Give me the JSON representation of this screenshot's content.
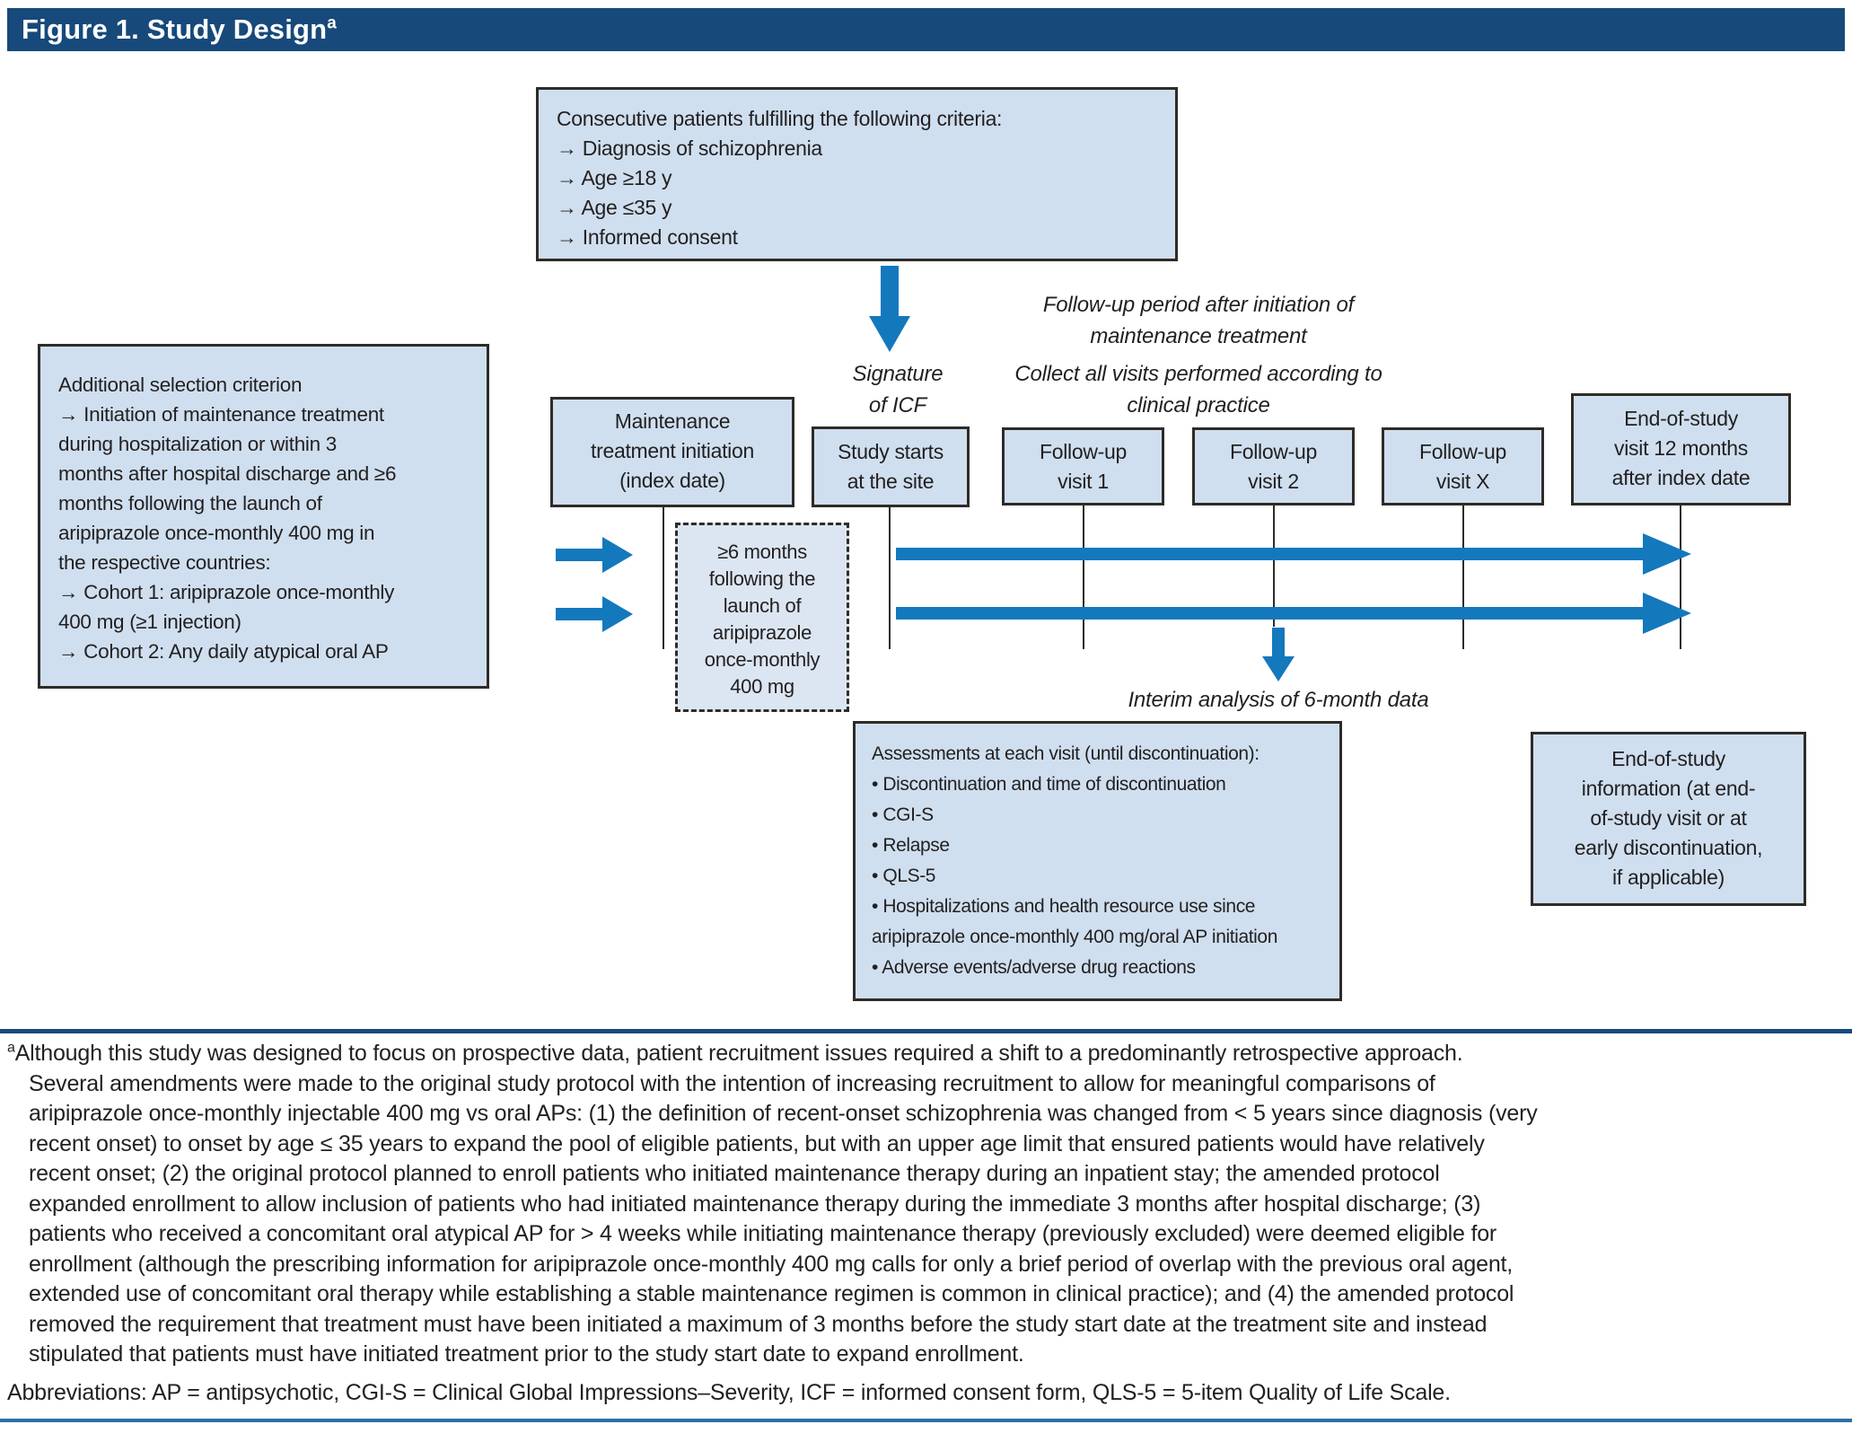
{
  "title": {
    "text": "Figure 1. Study Design",
    "superscript": "a"
  },
  "colors": {
    "header_navy": "#17497b",
    "box_fill": "#cfdfef",
    "dashed_box_fill": "#dce6f2",
    "box_border": "#2e2b28",
    "arrow_blue": "#1478bd",
    "bottom_rule_blue": "#2d70a4",
    "text": "#231f20"
  },
  "criteria_box": {
    "lines": [
      "Consecutive patients fulfilling the following criteria:",
      "→ Diagnosis of schizophrenia",
      "→ Age ≥18 y",
      "→ Age ≤35 y",
      "→ Informed consent"
    ]
  },
  "signature": {
    "lines": [
      "Signature",
      "of ICF"
    ]
  },
  "captions": {
    "followup_period": [
      "Follow-up period after initiation of",
      "maintenance treatment"
    ],
    "collect": [
      "Collect all visits performed according to",
      "clinical practice"
    ],
    "interim": "Interim analysis of 6-month data"
  },
  "selection_box": {
    "lines": [
      "Additional selection criterion",
      "→ Initiation of maintenance treatment",
      "during hospitalization or within 3",
      "months after hospital discharge and ≥6",
      "months following the launch of",
      "aripiprazole once-monthly 400 mg in",
      "the respective countries:",
      "→ Cohort 1: aripiprazole once-monthly",
      "400 mg (≥1 injection)",
      "→ Cohort 2: Any daily atypical oral AP"
    ]
  },
  "timeline": {
    "maintenance": [
      "Maintenance",
      "treatment initiation",
      "(index date)"
    ],
    "study_starts": [
      "Study starts",
      "at the site"
    ],
    "fu1": [
      "Follow-up",
      "visit 1"
    ],
    "fu2": [
      "Follow-up",
      "visit 2"
    ],
    "fux": [
      "Follow-up",
      "visit X"
    ],
    "end_visit": [
      "End-of-study",
      "visit 12 months",
      "after index date"
    ],
    "dashed": [
      "≥6 months",
      "following the",
      "launch of",
      "aripiprazole",
      "once-monthly",
      "400 mg"
    ]
  },
  "assessments_box": {
    "lines": [
      "Assessments at each visit (until discontinuation):",
      "• Discontinuation and time of discontinuation",
      "• CGI-S",
      "• Relapse",
      "• QLS-5",
      "• Hospitalizations and health resource use since",
      "aripiprazole once-monthly 400 mg/oral AP initiation",
      "• Adverse events/adverse drug reactions"
    ]
  },
  "end_info_box": {
    "lines": [
      "End-of-study",
      "information (at end-",
      "of-study visit or at",
      "early discontinuation,",
      "if applicable)"
    ]
  },
  "footnote": {
    "marker": "a",
    "lines": [
      "Although this study was designed to focus on prospective data, patient recruitment issues required a shift to a predominantly retrospective approach.",
      "Several amendments were made to the original study protocol with the intention of increasing recruitment to allow for meaningful comparisons of",
      "aripiprazole once-monthly injectable 400 mg vs oral APs: (1) the definition of recent-onset schizophrenia was changed from < 5 years since diagnosis (very",
      "recent onset) to onset by age ≤ 35 years to expand the pool of eligible patients, but with an upper age limit that ensured patients would have relatively",
      "recent onset; (2) the original protocol planned to enroll patients who initiated maintenance therapy during an inpatient stay; the amended protocol",
      "expanded enrollment to allow inclusion of patients who had initiated maintenance therapy during the immediate 3 months after hospital discharge; (3)",
      "patients who received a concomitant oral atypical AP for > 4 weeks while initiating maintenance therapy (previously excluded) were deemed eligible for",
      "enrollment (although the prescribing information for aripiprazole once-monthly 400 mg calls for only a brief period of overlap with the previous oral agent,",
      "extended use of concomitant oral therapy while establishing a stable maintenance regimen is common in clinical practice); and (4) the amended protocol",
      "removed the requirement that treatment must have been initiated a maximum of 3 months before the study start date at the treatment site and instead",
      "stipulated that patients must have initiated treatment prior to the study start date to expand enrollment."
    ]
  },
  "abbreviations": "Abbreviations: AP = antipsychotic, CGI-S = Clinical Global Impressions–Severity, ICF = informed consent form, QLS-5 = 5-item Quality of Life Scale."
}
